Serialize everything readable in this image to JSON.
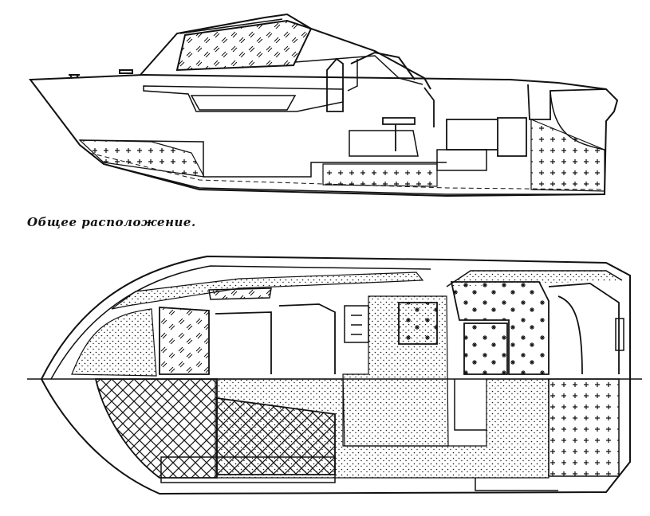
{
  "caption": "Общее расположение.",
  "colors": {
    "ink": "#111111",
    "paper": "#ffffff"
  },
  "fills": {
    "cross": "buoyancy-cross-pattern",
    "dots": "cushion-stipple-pattern",
    "stars": "star-pattern",
    "hatch": "glass-hatch-pattern",
    "lattice": "lattice-pattern"
  }
}
